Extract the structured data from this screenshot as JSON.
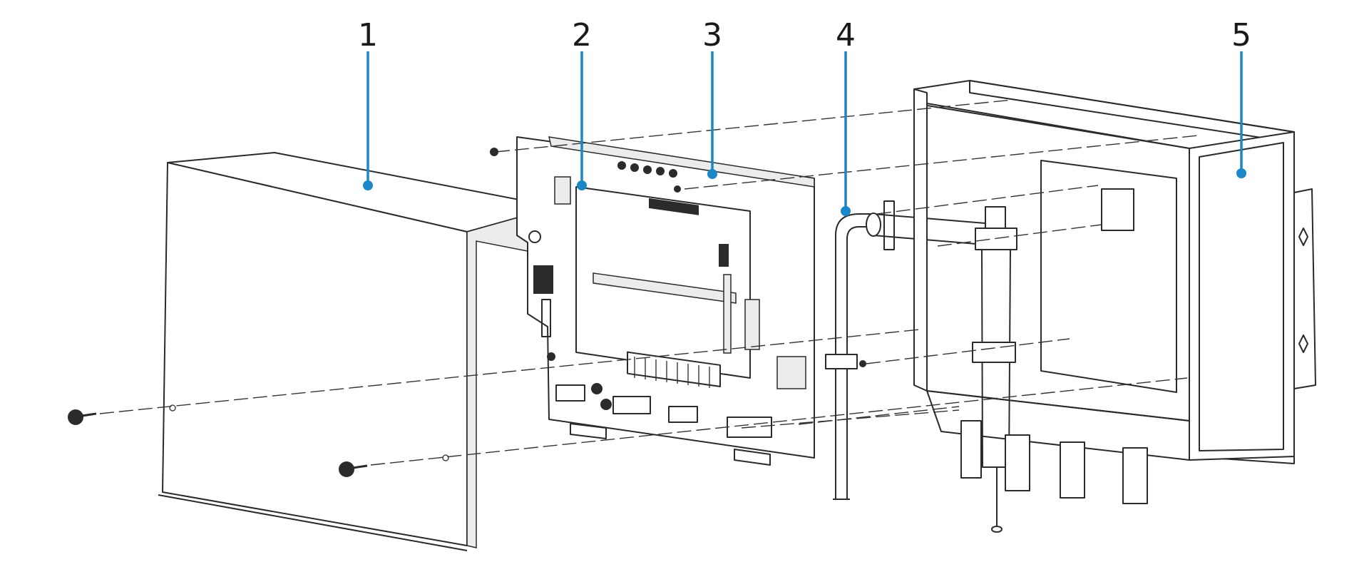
{
  "callouts": [
    {
      "id": "1",
      "label": "1"
    },
    {
      "id": "2",
      "label": "2"
    },
    {
      "id": "3",
      "label": "3"
    },
    {
      "id": "4",
      "label": "4"
    },
    {
      "id": "5",
      "label": "5"
    }
  ],
  "colors": {
    "callout_accent": "#1b87c9",
    "line_art": "#2a2a2a",
    "background": "#ffffff"
  }
}
